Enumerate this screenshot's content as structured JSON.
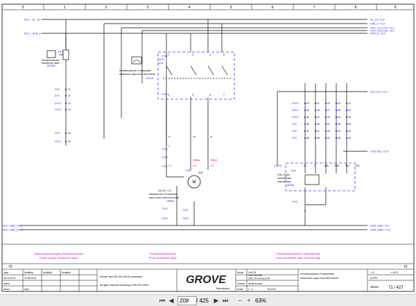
{
  "columns": [
    "0",
    "1",
    "2",
    "3",
    "4",
    "5",
    "6",
    "7",
    "8",
    "9"
  ],
  "left_refs": [
    {
      "id": "ref-kl15",
      "text": "59.9 / -KL_15"
    },
    {
      "id": "ref-kfb3",
      "text": "65.9 / -KFB_3"
    }
  ],
  "right_refs": [
    {
      "id": "r1",
      "text": "-KL_15 / 70.8"
    },
    {
      "id": "r2",
      "text": "-KFB_3 / 73.0"
    },
    {
      "id": "r3",
      "text": "-XIP1_2X3.1:24 / 73.0"
    },
    {
      "id": "r4",
      "text": "-XIP1_2X3.2:28 / 73.0"
    },
    {
      "id": "r5",
      "text": "-XIP3_3 / 73.0"
    },
    {
      "id": "r6",
      "text": "-2X3.2:24 / 72.0"
    },
    {
      "id": "r7",
      "text": "-71K1-53a / 72.8"
    },
    {
      "id": "r8",
      "text": "-GND_KAB / 72.0"
    },
    {
      "id": "r9",
      "text": "-GND_DIAN / 72.0"
    }
  ],
  "gnd_left": [
    "65.9 / GND_KAB",
    "65.9 / GND_DIAN"
  ],
  "fuse": {
    "tag": "-73F1",
    "value": "15A",
    "desc1": "Scheibenwischer",
    "desc2": "windscreen wiper",
    "code": "B67803"
  },
  "switch": {
    "tag": "-71S1",
    "pos": "0-I-II",
    "desc1": "Scheibenwischer Frontscheibe",
    "desc2": "windscreen wiper front wind shield",
    "code": "110118"
  },
  "motor": {
    "tag": "-71M1",
    "symbol": "M",
    "num": "31B",
    "voltage": "24V DC / 24",
    "desc1": "Wischermotor Frontscheibe",
    "desc2": "wiper motor front wind shield",
    "code": "198492"
  },
  "relay": {
    "tag": "-71K1",
    "desc1": "3,5s / 5,35s",
    "desc2": "Intervallrelais",
    "desc3": "Interval relay",
    "code": "110046"
  },
  "wire_labels": {
    "bl": "bl",
    "sw": "sw",
    "ws": "ws",
    "gr": "gr",
    "rd": "rd",
    "size": "1,0",
    "a": "0",
    "b": "1,0",
    "w1": "708/ws",
    "w2": "708/ws",
    "w3": "708/rd"
  },
  "terminal_tags": [
    "-2X3",
    "-2X3",
    "-2X3.1",
    "-2X3.1",
    "-2X3",
    "-71X1",
    "-71X2",
    "-71X3",
    "-71X4",
    "-71X5",
    "-71X6",
    "-2X3.2",
    "-2X3.2",
    "-2X3.2",
    "-2X3",
    "-2X3",
    "-2X3",
    "-71X1",
    "-71X2",
    "-71X3"
  ],
  "terminal_nums": [
    "11",
    "12",
    "13",
    "14",
    "18",
    "19",
    "20",
    "21",
    "22",
    "23",
    "24",
    "25",
    "26",
    "27",
    "28",
    "29",
    "30",
    "31",
    "32",
    "33",
    "53a",
    "53b",
    "31b",
    "53c"
  ],
  "section_titles": [
    {
      "de": "Spannungsversorgung Scheibenwischer",
      "en": "Power supply windscreen wiper"
    },
    {
      "de": "Frontscheibenwischer",
      "en": "Front windshield wiper"
    },
    {
      "de": "Frontscheibenwischer Intervallrelais",
      "en": "Front windshield wiper Interval relay"
    }
  ],
  "page_prev": "70",
  "page_next": "72",
  "title_block": {
    "hdr_date": "Date",
    "hdr_mod1": "Modified",
    "hdr_mod2": "Modified",
    "hdr_mod3": "Modified",
    "date": "09.01.2013",
    "mod1": "14.06.2014",
    "name_lbl": "Name",
    "name": "rahon",
    "mod_name": "linds",
    "rights_de": "Rechte nach DIN ISO 16016 vorbehalten",
    "rights_en": "All rights reserved according to DIN ISO 16016",
    "brand": "GROVE",
    "brand_sub": "Manitowoc",
    "model_lbl": "Model",
    "model": "GHC75",
    "order_lbl": "Order Number",
    "order": "GHC 75-6-4S1S19-04",
    "version_lbl": "Version",
    "scale_lbl": "Scale",
    "scale": "1 : 1",
    "serial_lbl": "Serial Number",
    "serial": "75.5.201",
    "desc_de": "Scheibenwischer Frontscheibe",
    "desc_en": "windscreen wiper front wind shield",
    "e_lbl": "= E",
    "kfz_lbl": "+ KFZ",
    "sps": "& EPS",
    "sheet_lbl": "Sheet",
    "sheet": "71 / 427"
  },
  "viewer": {
    "page": "208",
    "total": "/ 425",
    "zoom": "63%"
  },
  "colors": {
    "line": "#000000",
    "blue": "#1a1aff",
    "red": "#e00000",
    "magenta": "#cc00cc",
    "dashed": "#3030ff",
    "green": "#009000"
  }
}
